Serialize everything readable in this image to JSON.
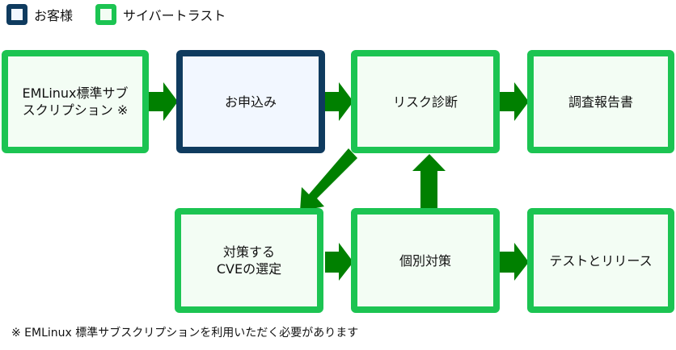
{
  "colors": {
    "trust_border": "#1cc452",
    "trust_fill": "#f3fdf4",
    "customer_border": "#0f3b5f",
    "customer_fill": "#f2f7ff",
    "arrow": "#008000"
  },
  "legend": [
    {
      "role": "customer",
      "label": "お客様"
    },
    {
      "role": "trust",
      "label": "サイバートラスト"
    }
  ],
  "steps": [
    {
      "id": "subscription",
      "owner": "trust",
      "label": "EMLinux標準サブ\nスクリプション ※"
    },
    {
      "id": "application",
      "owner": "customer",
      "label": "お申込み"
    },
    {
      "id": "risk-diagnosis",
      "owner": "trust",
      "label": "リスク診断"
    },
    {
      "id": "report",
      "owner": "trust",
      "label": "調査報告書"
    },
    {
      "id": "cve-selection",
      "owner": "trust",
      "label": "対策する\nCVEの選定"
    },
    {
      "id": "individual-measures",
      "owner": "trust",
      "label": "個別対策"
    },
    {
      "id": "test-release",
      "owner": "trust",
      "label": "テストとリリース"
    }
  ],
  "flows": [
    {
      "from": "subscription",
      "to": "application"
    },
    {
      "from": "application",
      "to": "risk-diagnosis"
    },
    {
      "from": "risk-diagnosis",
      "to": "report"
    },
    {
      "from": "risk-diagnosis",
      "to": "cve-selection"
    },
    {
      "from": "cve-selection",
      "to": "individual-measures"
    },
    {
      "from": "individual-measures",
      "to": "risk-diagnosis"
    },
    {
      "from": "individual-measures",
      "to": "test-release"
    }
  ],
  "footnote": "※ EMLinux 標準サブスクリプションを利用いただく必要があります"
}
